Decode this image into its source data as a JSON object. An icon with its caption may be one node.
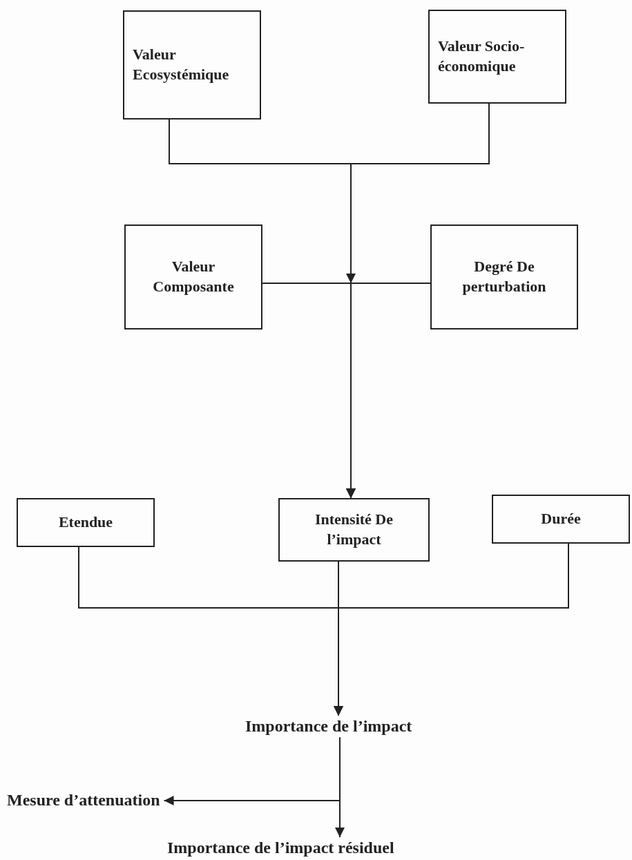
{
  "diagram": {
    "nodes": [
      {
        "text": [
          "Valeur Ecosystémique"
        ]
      },
      {
        "text": [
          "Valeur Socio-économique"
        ]
      },
      {
        "text": [
          "Valeur Composante"
        ]
      },
      {
        "text": [
          "Degré De perturbation"
        ]
      },
      {
        "text": [
          "Etendue"
        ]
      },
      {
        "text": [
          "Intensité De l’impact"
        ]
      },
      {
        "text": [
          "Durée"
        ]
      },
      {
        "text": [
          "Importance de l’impact"
        ]
      },
      {
        "text": [
          "Mesure d’attenuation"
        ]
      },
      {
        "text": [
          "Importance de l’impact résiduel"
        ]
      }
    ],
    "edges": [
      {
        "from": 0,
        "to": 5,
        "arrow": "to"
      },
      {
        "from": 1,
        "to": 5,
        "arrow": "to"
      },
      {
        "from": 2,
        "to": 5,
        "arrow": "to"
      },
      {
        "from": 3,
        "to": 5,
        "arrow": "to"
      },
      {
        "from": 4,
        "to": 7,
        "arrow": "to"
      },
      {
        "from": 5,
        "to": 7,
        "arrow": "to"
      },
      {
        "from": 6,
        "to": 7,
        "arrow": "to"
      },
      {
        "from": 7,
        "to": 8,
        "arrow": "to"
      },
      {
        "from": 7,
        "to": 9,
        "arrow": "to"
      }
    ]
  }
}
